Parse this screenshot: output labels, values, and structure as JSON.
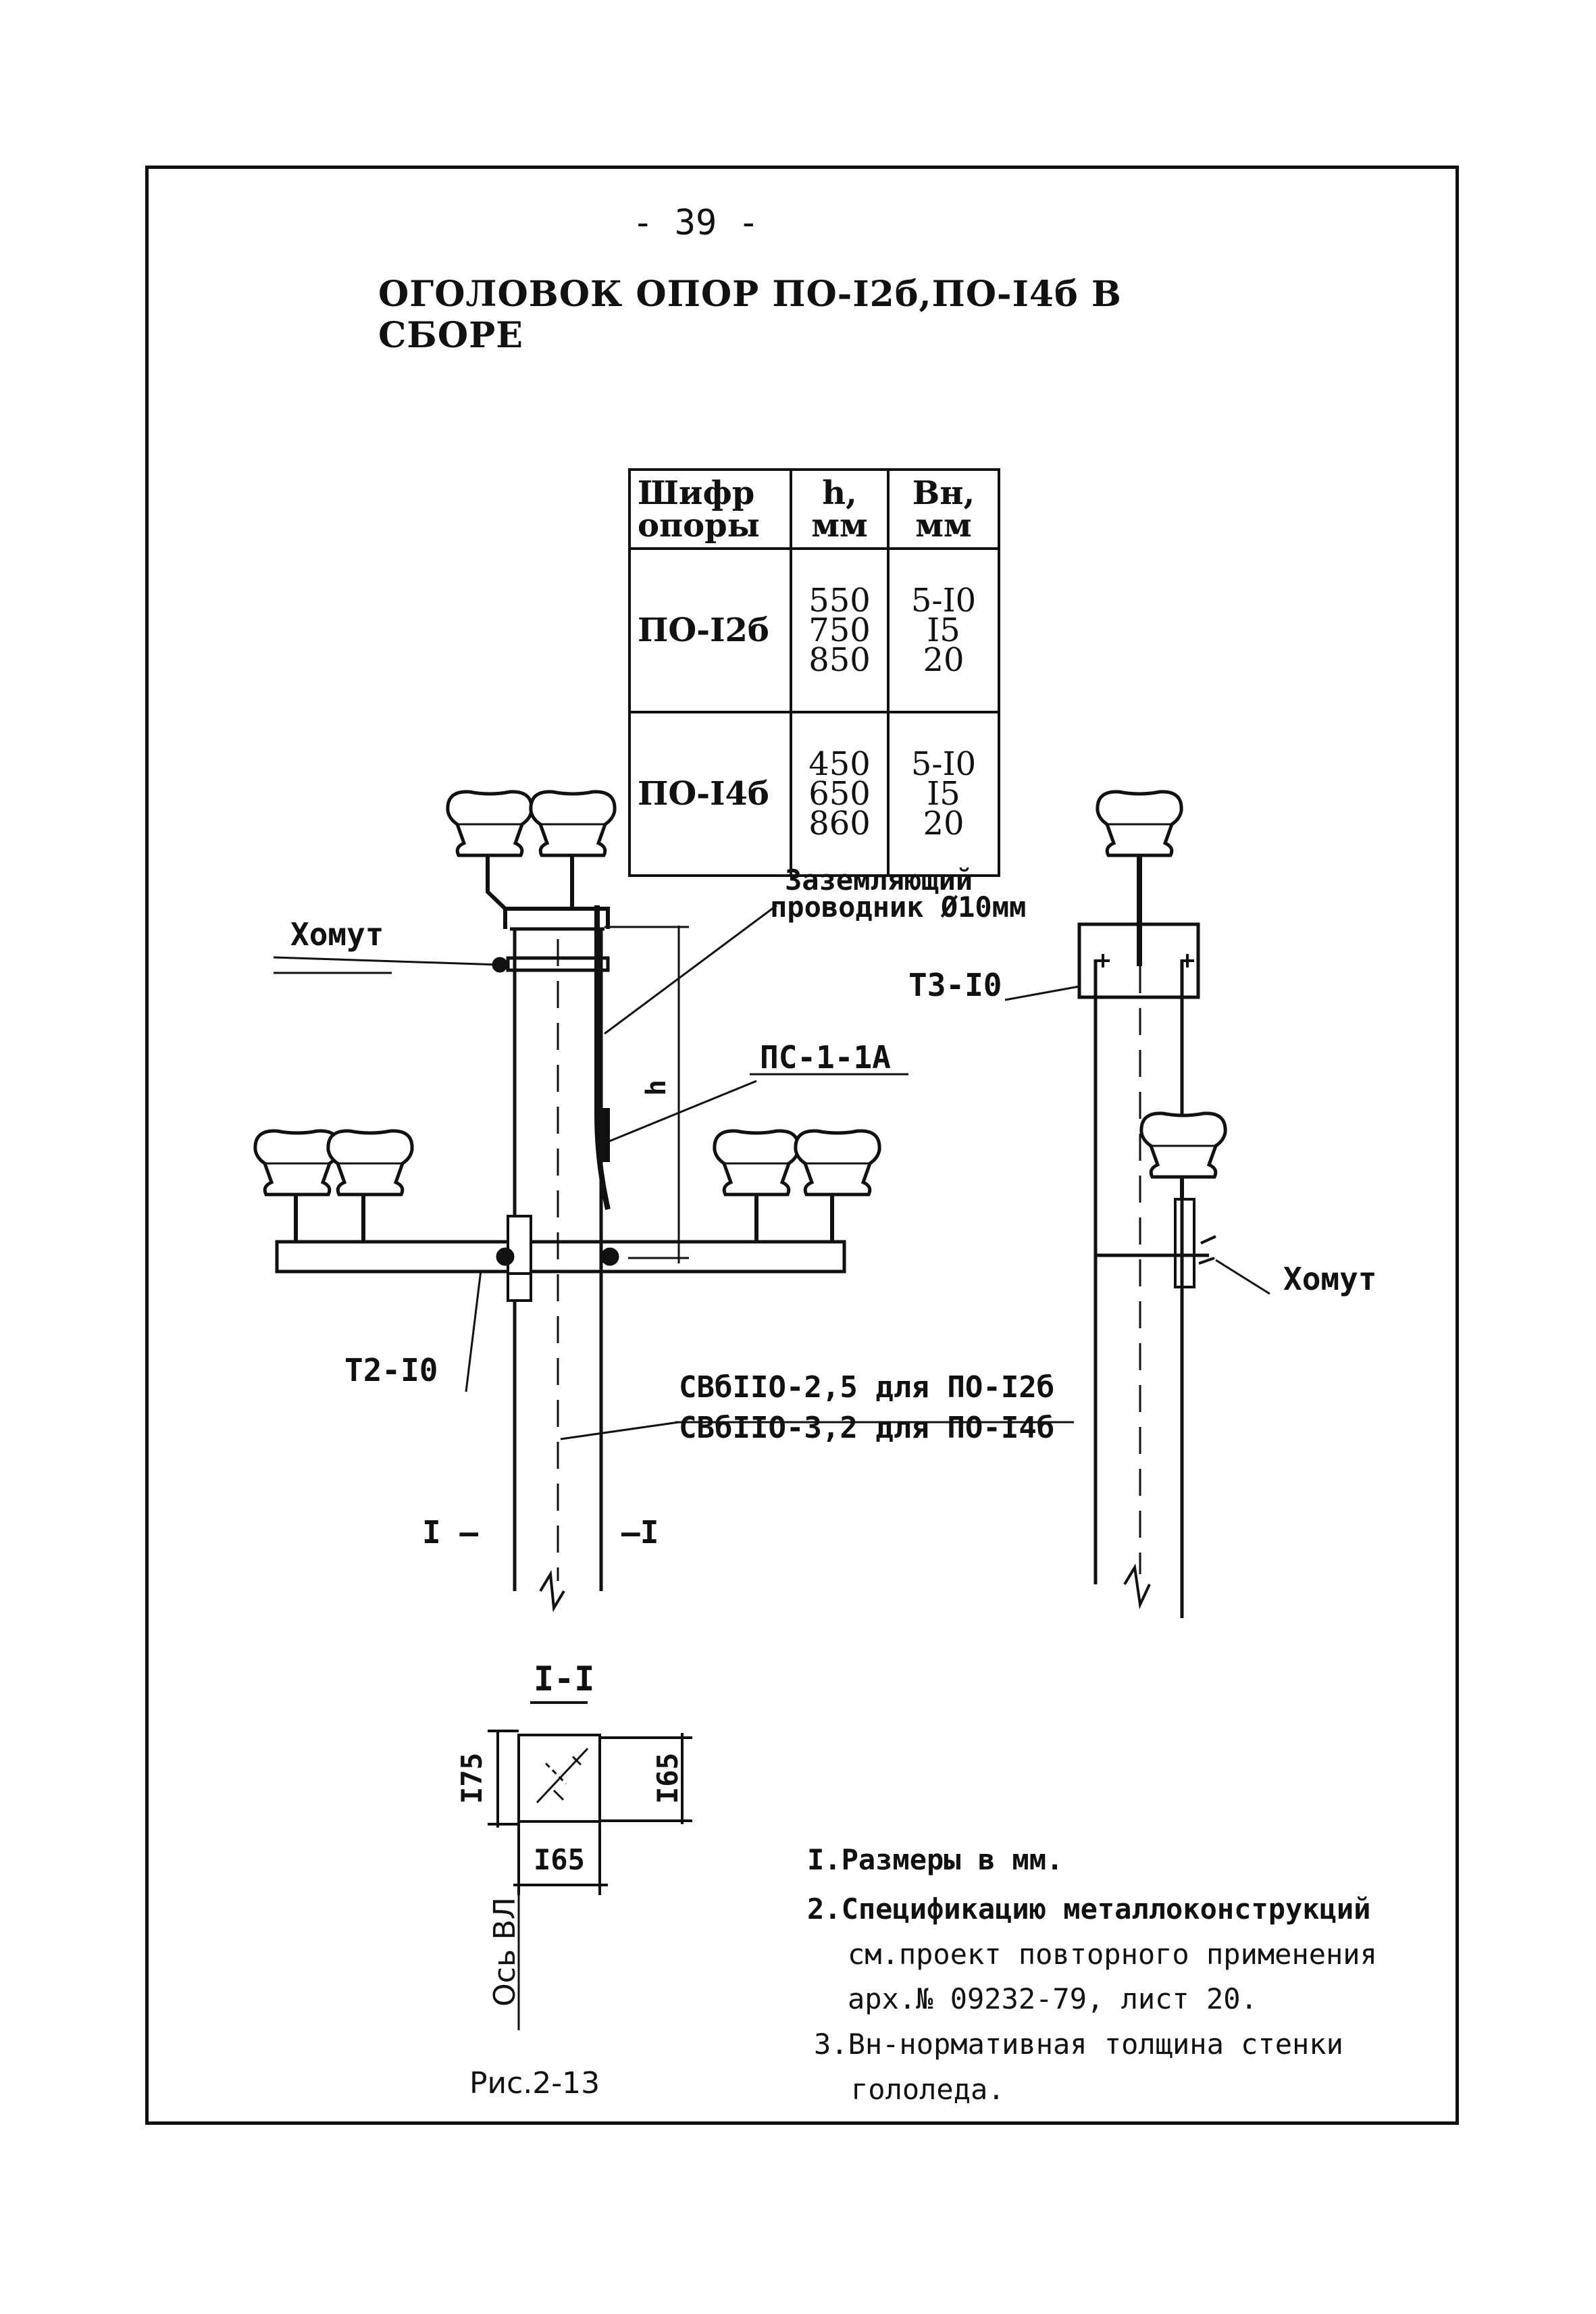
{
  "page": {
    "number": "- 39 -",
    "title": "ОГОЛОВОК ОПОР ПО-I2б,ПО-I4б В СБОРЕ"
  },
  "table": {
    "headers": [
      "Шифр опоры",
      "h, мм",
      "Вн, мм"
    ],
    "rows": [
      {
        "code": "ПО-I2б",
        "h": [
          "550",
          "750",
          "850"
        ],
        "bn": [
          "5-I0",
          "I5",
          "20"
        ]
      },
      {
        "code": "ПО-I4б",
        "h": [
          "450",
          "650",
          "860"
        ],
        "bn": [
          "5-I0",
          "I5",
          "20"
        ]
      }
    ]
  },
  "labels": {
    "clamp_left": "Хомут",
    "ground_wire_1": "Заземляющий",
    "ground_wire_2": "проводник Ø10мм",
    "ps": "ПС-1-1А",
    "h_dim": "h",
    "t2": "Т2-I0",
    "post_1": "СВбIIО-2,5 для ПО-I2б",
    "post_2": "СВбIIО-3,2 для ПО-I4б",
    "sect_left": "I —",
    "sect_right": "—I",
    "t3": "Т3-I0",
    "clamp_right": "Хомут"
  },
  "section": {
    "title": "I-I",
    "dim_left": "I75",
    "dim_right": "I65",
    "dim_bottom": "I65",
    "axis": "Ось ВЛ",
    "caption": "Рис.2-13"
  },
  "notes": [
    "I.Размеры в мм.",
    "2.Спецификацию металлоконструкций",
    "см.проект повторного применения",
    "арх.№ 09232-79, лист 20.",
    "3.Вн-нормативная толщина стенки",
    "гололеда."
  ]
}
